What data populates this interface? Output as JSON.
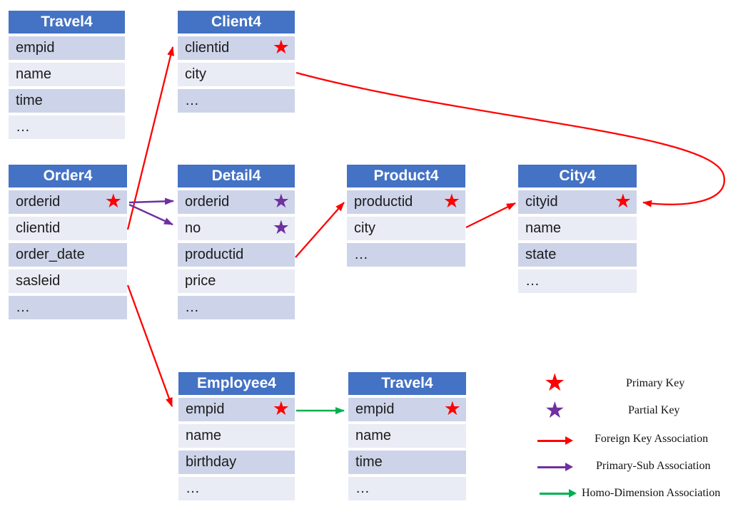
{
  "colors": {
    "table_header_blue": "#4472C4",
    "row_band_dark": "#CDD4E9",
    "row_band_light": "#E9EBF5",
    "primary_key_red": "#FF0000",
    "partial_key_purple": "#7030A0",
    "foreign_key_red": "#FF0000",
    "primary_sub_purple": "#7030A0",
    "homo_dimension_green": "#00B050"
  },
  "icons": {
    "star": "★"
  },
  "tables": {
    "travel4_top": {
      "title": "Travel4",
      "rows": [
        {
          "label": "empid"
        },
        {
          "label": "name"
        },
        {
          "label": "time"
        },
        {
          "label": "…"
        }
      ]
    },
    "client4": {
      "title": "Client4",
      "rows": [
        {
          "label": "clientid",
          "key": "primary"
        },
        {
          "label": "city"
        },
        {
          "label": "…"
        }
      ]
    },
    "order4": {
      "title": "Order4",
      "rows": [
        {
          "label": "orderid",
          "key": "primary"
        },
        {
          "label": "clientid"
        },
        {
          "label": "order_date"
        },
        {
          "label": "sasleid"
        },
        {
          "label": "…"
        }
      ]
    },
    "detail4": {
      "title": "Detail4",
      "rows": [
        {
          "label": "orderid",
          "key": "partial"
        },
        {
          "label": "no",
          "key": "partial"
        },
        {
          "label": "productid"
        },
        {
          "label": "price"
        },
        {
          "label": "…"
        }
      ]
    },
    "product4": {
      "title": "Product4",
      "rows": [
        {
          "label": "productid",
          "key": "primary"
        },
        {
          "label": "city"
        },
        {
          "label": "…"
        }
      ]
    },
    "city4": {
      "title": "City4",
      "rows": [
        {
          "label": "cityid",
          "key": "primary"
        },
        {
          "label": "name"
        },
        {
          "label": "state"
        },
        {
          "label": "…"
        }
      ]
    },
    "employee4": {
      "title": "Employee4",
      "rows": [
        {
          "label": "empid",
          "key": "primary"
        },
        {
          "label": "name"
        },
        {
          "label": "birthday"
        },
        {
          "label": "…"
        }
      ]
    },
    "travel4_bottom": {
      "title": "Travel4",
      "rows": [
        {
          "label": "empid",
          "key": "primary"
        },
        {
          "label": "name"
        },
        {
          "label": "time"
        },
        {
          "label": "…"
        }
      ]
    }
  },
  "associations": [
    {
      "type": "foreign-key",
      "from": "Order4.clientid",
      "to": "Client4.clientid"
    },
    {
      "type": "primary-sub",
      "from": "Order4.orderid",
      "to": "Detail4.orderid"
    },
    {
      "type": "primary-sub",
      "from": "Order4.orderid",
      "to": "Detail4.no"
    },
    {
      "type": "foreign-key",
      "from": "Detail4.productid",
      "to": "Product4.productid"
    },
    {
      "type": "foreign-key",
      "from": "Product4.city",
      "to": "City4.cityid"
    },
    {
      "type": "foreign-key",
      "from": "Client4.city",
      "to": "City4.cityid"
    },
    {
      "type": "foreign-key",
      "from": "Order4.sasleid",
      "to": "Employee4.empid"
    },
    {
      "type": "homo-dimension",
      "from": "Employee4.empid",
      "to": "Travel4.empid"
    }
  ],
  "legend": {
    "items": [
      {
        "icon": "primary-key-star",
        "label": "Primary Key"
      },
      {
        "icon": "partial-key-star",
        "label": "Partial Key"
      },
      {
        "icon": "foreign-key-arrow",
        "label": "Foreign Key Association"
      },
      {
        "icon": "primary-sub-arrow",
        "label": "Primary-Sub Association"
      },
      {
        "icon": "homo-dimension-arrow",
        "label": "Homo-Dimension Association"
      }
    ]
  }
}
